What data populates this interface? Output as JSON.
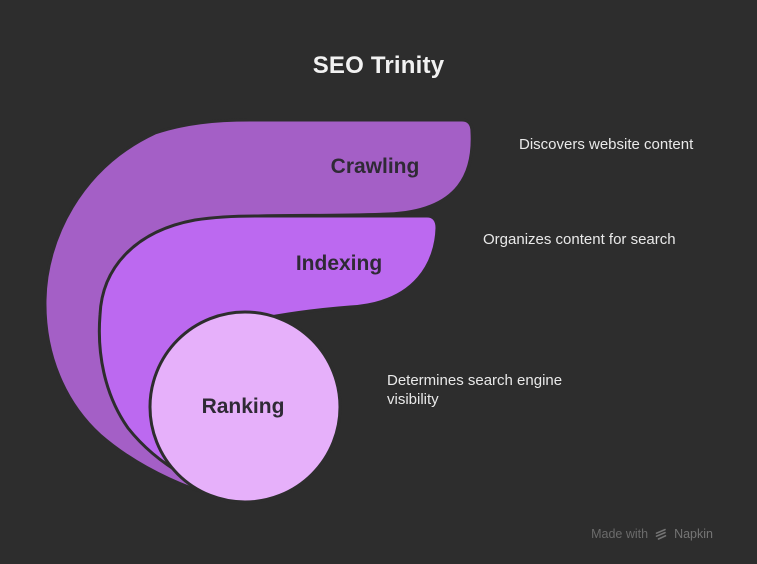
{
  "title": "SEO Trinity",
  "diagram": {
    "items": [
      {
        "label": "Crawling",
        "description": "Discovers website content",
        "color": "#a45fc6"
      },
      {
        "label": "Indexing",
        "description": "Organizes content for search",
        "color": "#bc69f0"
      },
      {
        "label": "Ranking",
        "description": "Determines search engine visibility",
        "color": "#e6b0fa"
      }
    ],
    "outline_color": "#2d2d2d"
  },
  "colors": {
    "background": "#2d2d2d",
    "title_text": "#f2f2f2",
    "label_text": "#2f2a35",
    "description_text": "#e9e9e9",
    "footer_text": "#6b6b6b"
  },
  "footer": {
    "made_with": "Made with",
    "brand": "Napkin",
    "icon": "napkin-logo-icon"
  }
}
